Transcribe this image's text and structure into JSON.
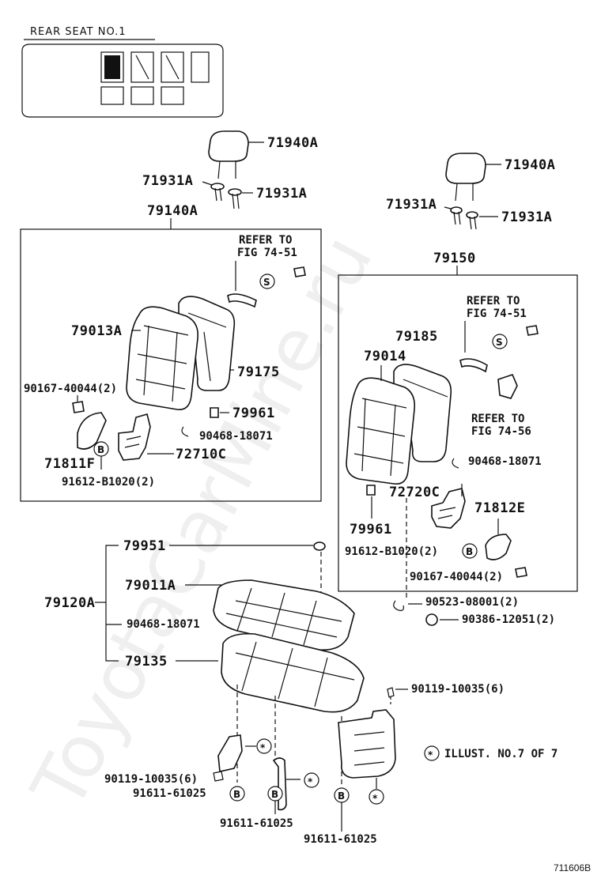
{
  "header": {
    "title": "REAR SEAT  NO.1"
  },
  "parts": {
    "headrest_left": "71940A",
    "headrest_right": "71940A",
    "guide_left_a": "71931A",
    "guide_left_b": "71931A",
    "guide_right_a": "71931A",
    "guide_right_b": "71931A",
    "seatback_left_assy": "79140A",
    "seatback_right_assy": "79150",
    "cover_left": "79013A",
    "pad_left": "79175",
    "clip_left": "90167-40044(2)",
    "bush_left": "79961",
    "hogring_left": "90468-18071",
    "hinge_left_cover": "71811F",
    "hinge_left": "72710C",
    "bolt_left": "91612-B1020(2)",
    "pad_right": "79185",
    "cover_right": "79014",
    "hogring_right": "90468-18071",
    "hinge_right": "72720C",
    "hinge_right_cover": "71812E",
    "bush_right": "79961",
    "bolt_right": "91612-B1020(2)",
    "clip_right": "90167-40044(2)",
    "cushion_assy": "79120A",
    "cap": "79951",
    "cushion_cover": "79011A",
    "hogring_cushion": "90468-18071",
    "cushion_pad": "79135",
    "nut_right": "90523-08001(2)",
    "cushion_bush": "90386-12051(2)",
    "bolt_frame": "90119-10035(6)",
    "bolt_lower": "90119-10035(6)",
    "bolt_b1": "91611-61025",
    "bolt_b2": "91611-61025",
    "bolt_b3": "91611-61025"
  },
  "refer": {
    "left_a": "REFER TO",
    "left_b": "FIG  74-51",
    "right_a": "REFER TO",
    "right_b": "FIG  74-51",
    "right2_a": "REFER TO",
    "right2_b": "FIG  74-56"
  },
  "symbols": {
    "s": "S",
    "b": "B",
    "star": "*"
  },
  "note": {
    "illust": "ILLUST. NO.7 OF 7"
  },
  "figure_id": "711606B",
  "watermark": "ToyotaCarMine.ru"
}
